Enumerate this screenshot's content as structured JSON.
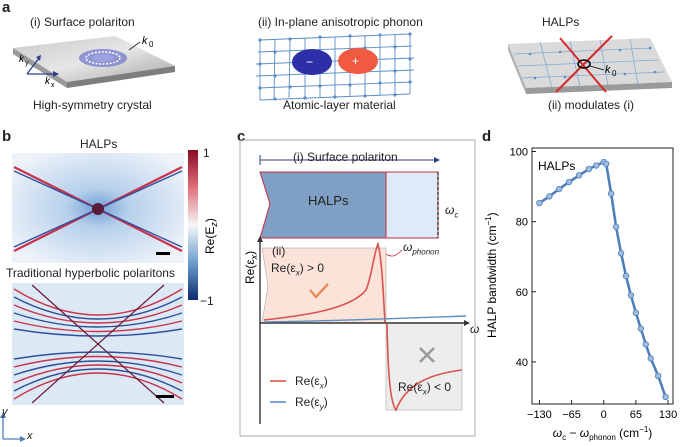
{
  "panel_labels": {
    "a": "a",
    "b": "b",
    "c": "c",
    "d": "d"
  },
  "panel_a": {
    "i_title": "(i) Surface polariton",
    "ii_title": "(ii) In-plane anisotropic phonon",
    "iii_title": "HALPs",
    "i_caption": "High-symmetry crystal",
    "ii_caption": "Atomic-layer material",
    "iii_caption": "(ii) modulates (i)",
    "k0": "k",
    "k0_sub": "0",
    "kx": "k",
    "kx_sub": "x",
    "ky": "k",
    "ky_sub": "y",
    "minus": "−",
    "plus": "+"
  },
  "panel_b": {
    "top_title": "HALPs",
    "bottom_title": "Traditional hyperbolic polaritons",
    "colorbar_max": "1",
    "colorbar_min": "−1",
    "colorbar_label": "Re(E",
    "colorbar_label_sub": "z",
    "colorbar_label_end": ")",
    "axis_y": "y",
    "axis_x": "x"
  },
  "panel_c": {
    "surface_polariton": "(i) Surface polariton",
    "halps_box": "HALPs",
    "omega_c": "ω",
    "omega_c_sub": "c",
    "ii_label": "(ii)",
    "y_axis": "Re(ε",
    "y_axis_sub": "x",
    "y_axis_end": ")",
    "x_axis": "ω",
    "omega_phonon": "ω",
    "omega_phonon_sub": "phonon",
    "re_pos": "Re(ε",
    "re_pos_sub": "x",
    "re_pos_end": ") > 0",
    "re_neg": "Re(ε",
    "re_neg_sub": "x",
    "re_neg_end": ") < 0",
    "legend_x": "Re(ε",
    "legend_x_sub": "x",
    "legend_y": "Re(ε",
    "legend_y_sub": "y",
    "legend_end": ")",
    "check": "✓",
    "cross": "×",
    "colors": {
      "red": "#d9534f",
      "blue": "#5b8ec4",
      "halps_fill": "#7f9fc4",
      "light_blue": "#ddeaf7",
      "pink": "#fbe3da"
    }
  },
  "chart_data": {
    "type": "line",
    "title": "HALPs",
    "xlabel": "ω",
    "xlabel_sub": "c",
    "xlabel_mid": " − ω",
    "xlabel_sub2": "phonon",
    "xlabel_end": " (cm",
    "xlabel_sup": "−1",
    "xlabel_close": ")",
    "ylabel": "HALP bandwidth (cm",
    "ylabel_sup": "−1",
    "ylabel_close": ")",
    "xlim": [
      -145,
      140
    ],
    "ylim": [
      28,
      101
    ],
    "xticks": [
      -130,
      -65,
      0,
      65,
      130
    ],
    "xtick_labels": [
      "−130",
      "−65",
      "0",
      "65",
      "130"
    ],
    "yticks": [
      40,
      60,
      80,
      100
    ],
    "ytick_labels": [
      "40",
      "60",
      "80",
      "100"
    ],
    "series": [
      {
        "color": "#4f7fb8",
        "x": [
          -130,
          -110,
          -90,
          -70,
          -50,
          -30,
          -15,
          0,
          5,
          15,
          25,
          35,
          45,
          55,
          65,
          75,
          85,
          95,
          110,
          125
        ],
        "y": [
          85.3,
          87.2,
          89.3,
          91.3,
          93.2,
          95.0,
          96.0,
          97.0,
          96.5,
          88,
          78.5,
          71,
          64.5,
          59,
          54,
          49.5,
          45,
          41,
          36,
          30
        ]
      }
    ]
  }
}
